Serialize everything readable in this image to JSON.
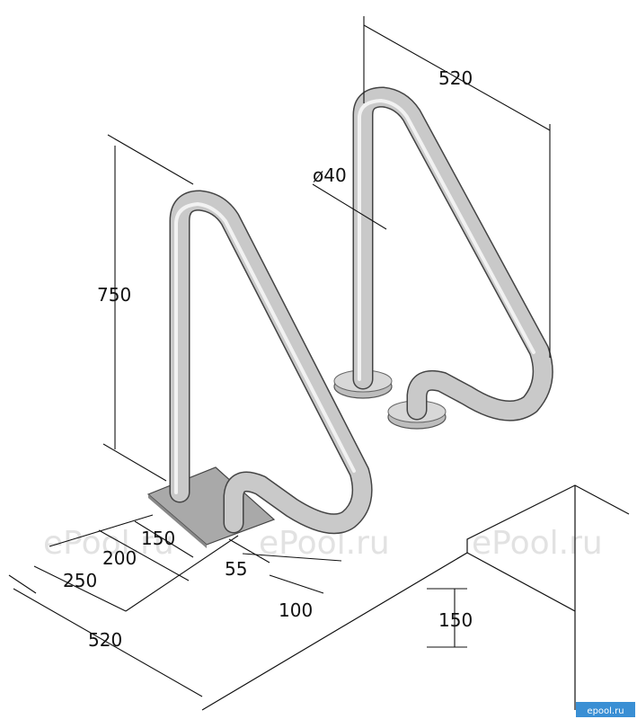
{
  "dimensions": {
    "width_top": "520",
    "diameter": "ø40",
    "height": "750",
    "plate_150": "150",
    "plate_200": "200",
    "plate_250": "250",
    "plate_55": "55",
    "offset_100": "100",
    "step_150": "150",
    "width_bottom": "520"
  },
  "watermark": {
    "left": "ePool.ru",
    "middle": "ePool.ru",
    "right": "ePool.ru"
  },
  "badge": {
    "text": "epool.ru",
    "color": "#3a8fd4"
  },
  "colors": {
    "steel": "#c8c8c8",
    "steel_light": "#ececec",
    "line": "#111111"
  }
}
